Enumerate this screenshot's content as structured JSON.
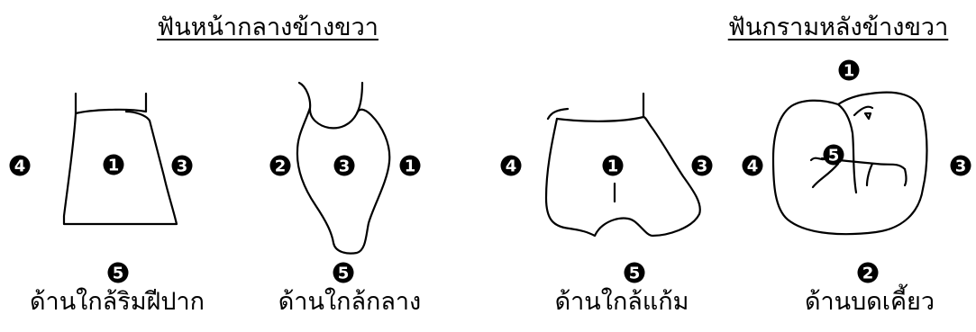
{
  "headings": {
    "front": "ฟันหน้ากลางข้างขวา",
    "back": "ฟันกรามหลังข้างขวา"
  },
  "views": [
    {
      "label": "ด้านใกล้ริมฝีปาก",
      "badges": [
        "4",
        "1",
        "3",
        "5"
      ]
    },
    {
      "label": "ด้านใกล้กลาง",
      "badges": [
        "2",
        "3",
        "1",
        "5"
      ]
    },
    {
      "label": "ด้านใกล้แก้ม",
      "badges": [
        "4",
        "1",
        "3",
        "5"
      ]
    },
    {
      "label": "ด้านบดเคี้ยว",
      "badges": [
        "1",
        "4",
        "5",
        "3",
        "2"
      ]
    }
  ]
}
